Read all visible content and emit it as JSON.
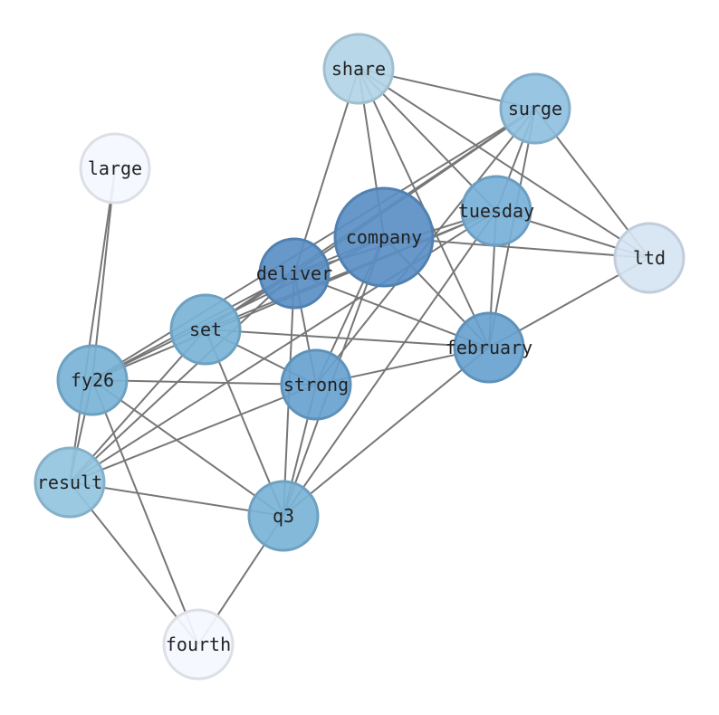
{
  "nodes": [
    {
      "id": "share",
      "label": "share",
      "color": "#b2d4e6",
      "size": "medium"
    },
    {
      "id": "surge",
      "label": "surge",
      "color": "#8fc0df",
      "size": "medium"
    },
    {
      "id": "large",
      "label": "large",
      "color": "#f4f9ff",
      "size": "medium"
    },
    {
      "id": "tuesday",
      "label": "tuesday",
      "color": "#77b0d8",
      "size": "medium"
    },
    {
      "id": "company",
      "label": "company",
      "color": "#5a8fc4",
      "size": "large"
    },
    {
      "id": "ltd",
      "label": "ltd",
      "color": "#d6e4f2",
      "size": "medium"
    },
    {
      "id": "deliver",
      "label": "deliver",
      "color": "#5a8fc4",
      "size": "medium"
    },
    {
      "id": "set",
      "label": "set",
      "color": "#7ab3d6",
      "size": "medium"
    },
    {
      "id": "february",
      "label": "february",
      "color": "#68a2cf",
      "size": "medium"
    },
    {
      "id": "fy26",
      "label": "fy26",
      "color": "#7ab3d6",
      "size": "medium"
    },
    {
      "id": "strong",
      "label": "strong",
      "color": "#68a2cf",
      "size": "medium"
    },
    {
      "id": "result",
      "label": "result",
      "color": "#94c4e0",
      "size": "medium"
    },
    {
      "id": "q3",
      "label": "q3",
      "color": "#7ab3d6",
      "size": "medium"
    },
    {
      "id": "fourth",
      "label": "fourth",
      "color": "#f4f9ff",
      "size": "medium"
    }
  ],
  "edges": [
    [
      "share",
      "surge"
    ],
    [
      "share",
      "deliver"
    ],
    [
      "share",
      "company"
    ],
    [
      "share",
      "february"
    ],
    [
      "share",
      "tuesday"
    ],
    [
      "share",
      "ltd"
    ],
    [
      "surge",
      "ltd"
    ],
    [
      "surge",
      "february"
    ],
    [
      "surge",
      "deliver"
    ],
    [
      "surge",
      "fy26"
    ],
    [
      "surge",
      "set"
    ],
    [
      "surge",
      "strong"
    ],
    [
      "surge",
      "tuesday"
    ],
    [
      "tuesday",
      "ltd"
    ],
    [
      "tuesday",
      "february"
    ],
    [
      "tuesday",
      "deliver"
    ],
    [
      "tuesday",
      "fy26"
    ],
    [
      "tuesday",
      "set"
    ],
    [
      "tuesday",
      "q3"
    ],
    [
      "tuesday",
      "result"
    ],
    [
      "company",
      "ltd"
    ],
    [
      "company",
      "deliver"
    ],
    [
      "company",
      "fy26"
    ],
    [
      "company",
      "strong"
    ],
    [
      "company",
      "q3"
    ],
    [
      "company",
      "february"
    ],
    [
      "deliver",
      "february"
    ],
    [
      "deliver",
      "strong"
    ],
    [
      "deliver",
      "q3"
    ],
    [
      "deliver",
      "set"
    ],
    [
      "deliver",
      "fy26"
    ],
    [
      "deliver",
      "result"
    ],
    [
      "ltd",
      "february"
    ],
    [
      "set",
      "february"
    ],
    [
      "set",
      "strong"
    ],
    [
      "set",
      "q3"
    ],
    [
      "set",
      "result"
    ],
    [
      "february",
      "strong"
    ],
    [
      "february",
      "q3"
    ],
    [
      "fy26",
      "strong"
    ],
    [
      "fy26",
      "q3"
    ],
    [
      "fy26",
      "fourth"
    ],
    [
      "fy26",
      "large"
    ],
    [
      "fy26",
      "result"
    ],
    [
      "large",
      "result"
    ],
    [
      "strong",
      "result"
    ],
    [
      "strong",
      "q3"
    ],
    [
      "result",
      "q3"
    ],
    [
      "result",
      "fourth"
    ],
    [
      "q3",
      "fourth"
    ]
  ]
}
